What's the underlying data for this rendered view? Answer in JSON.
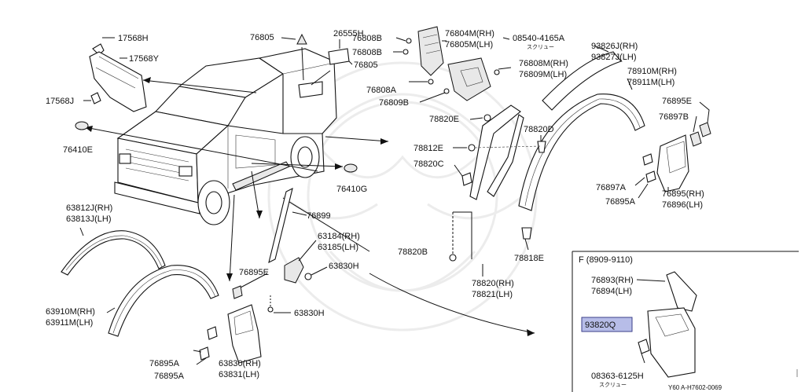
{
  "labels": {
    "l17568h": "17568H",
    "l17568y": "17568Y",
    "l17568j": "17568J",
    "l76410e": "76410E",
    "l76410g": "76410G",
    "l76805a": "76805",
    "l76805b": "76805",
    "l26555h": "26555H",
    "l76808b1": "76808B",
    "l76808b2": "76808B",
    "l76808a": "76808A",
    "l76809b": "76809B",
    "l76804m": "76804M(RH)",
    "l76805m": "76805M(LH)",
    "l08540": "08540-4165A",
    "l08540s": "スクリュー",
    "l76808m": "76808M(RH)",
    "l76809m": "76809M(LH)",
    "l93826j": "93826J(RH)",
    "l93827j": "93827J(LH)",
    "l78910m": "78910M(RH)",
    "l78911m": "78911M(LH)",
    "l76895e1": "76895E",
    "l76897b": "76897B",
    "l78820e": "78820E",
    "l78820d": "78820D",
    "l78812e": "78812E",
    "l78820c": "78820C",
    "l76897a": "76897A",
    "l76895a1": "76895A",
    "l76895rh": "76895(RH)",
    "l76896lh": "76896(LH)",
    "l63812j": "63812J(RH)",
    "l63813j": "63813J(LH)",
    "l76899": "76899",
    "l63184": "63184(RH)",
    "l63185": "63185(LH)",
    "l63830h1": "63830H",
    "l63830h2": "63830H",
    "l76895e2": "76895E",
    "l78820b": "78820B",
    "l78818e": "78818E",
    "l78820rh": "78820(RH)",
    "l78821lh": "78821(LH)",
    "l63910m": "63910M(RH)",
    "l63911m": "63911M(LH)",
    "l76895a2": "76895A",
    "l76895a3": "76895A",
    "l63830rh": "63830(RH)",
    "l63831lh": "63831(LH)",
    "inset_title": "F (8909-9110)",
    "l76893": "76893(RH)",
    "l76894": "76894(LH)",
    "l93820q": "93820Q",
    "l08363": "08363-6125H",
    "l08363s": "スクリュー",
    "footer_code": "Y60 A-H7602-0069"
  },
  "colors": {
    "highlight_fill": "#b7bde8",
    "highlight_stroke": "#3b3f8a"
  }
}
